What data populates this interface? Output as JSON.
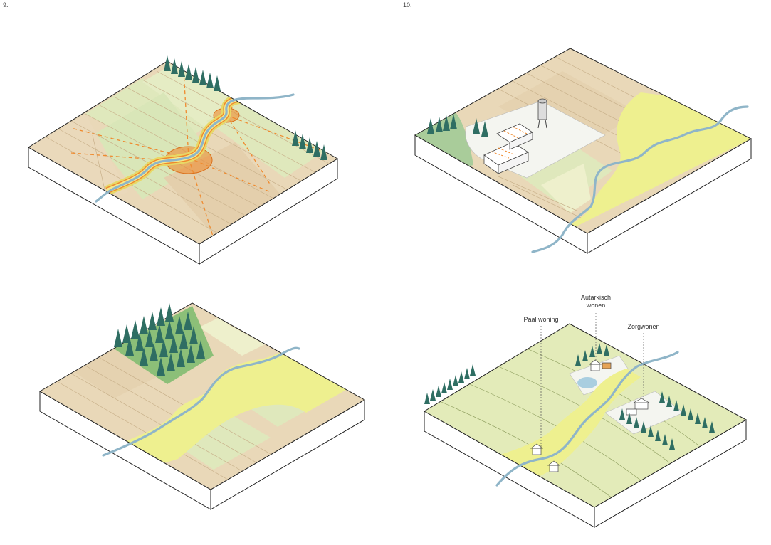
{
  "pages": {
    "first": "9.",
    "second": "10."
  },
  "labels": {
    "paal_woning": "Paal woning",
    "autarkisch_line1": "Autarkisch",
    "autarkisch_line2": "wonen",
    "zorgwonen": "Zorgwonen"
  },
  "colors": {
    "river": "#8fb5c8",
    "meadow": "#e6e9b2",
    "field_light": "#eef0cc",
    "field_tan": "#e8d6b5",
    "field_brown": "#dec4a0",
    "green": "#d5e3b4",
    "trees": "#2f6e63",
    "orange": "#ef8a2e"
  }
}
